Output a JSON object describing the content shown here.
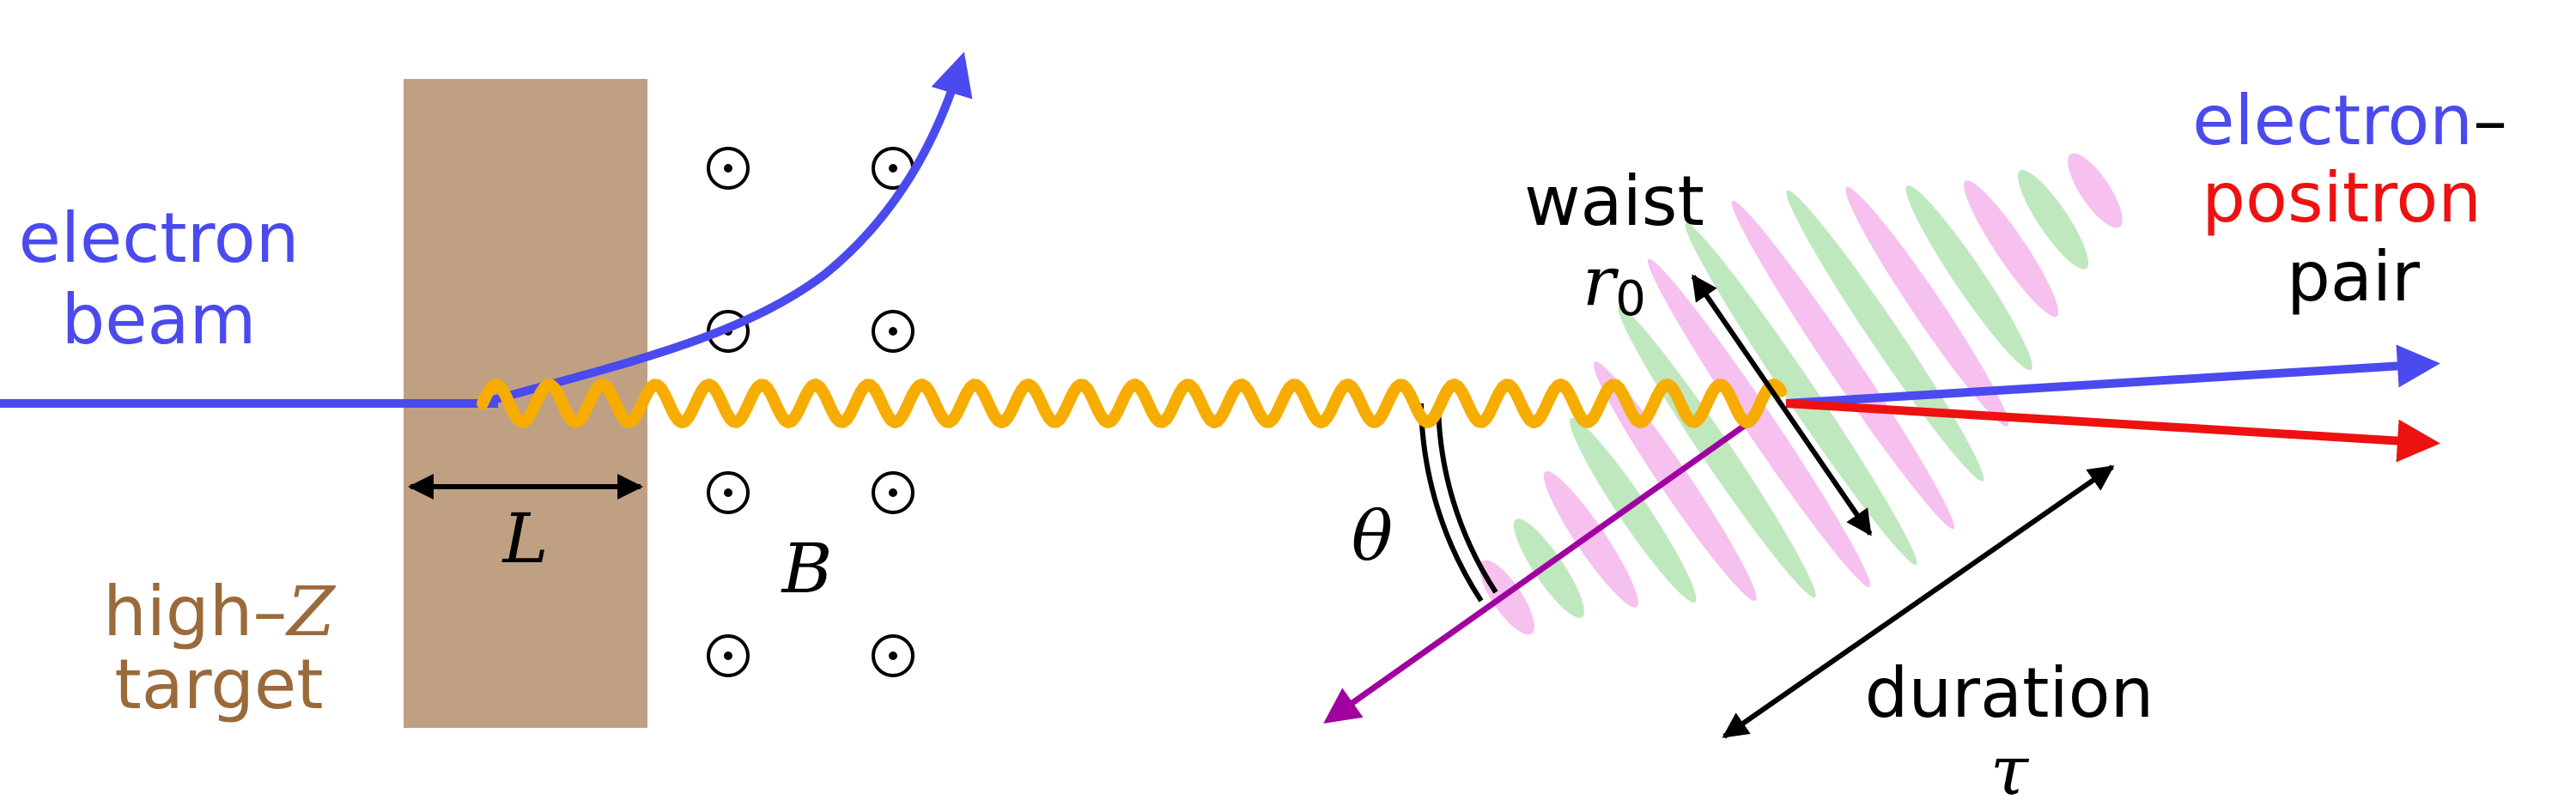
{
  "colors": {
    "electron": "#4a4aee",
    "positron": "#ee1111",
    "target": "#c0a083",
    "target_text": "#9a6a3a",
    "photon": "#f7ac00",
    "laser_axis": "#a000a0",
    "laser_pink": "#f6c0ef",
    "laser_green": "#bfe8bf",
    "text": "#000000"
  },
  "labels": {
    "electron_beam": [
      "electron",
      "beam"
    ],
    "target": {
      "prefix": "high–",
      "symbol": "Z",
      "suffix": "target"
    },
    "length": "L",
    "field": "B",
    "field_symbol": "⊙",
    "angle": "θ",
    "waist_word": "waist",
    "waist_symbol": "r",
    "waist_subscript": "0",
    "pair": {
      "electron": "electron",
      "dash": "–",
      "positron": "positron",
      "word": "pair"
    },
    "duration_word": "duration",
    "duration_symbol": "τ"
  },
  "icons": {
    "field": "dot-in-circle-icon",
    "arrow": "arrow-head-icon"
  }
}
